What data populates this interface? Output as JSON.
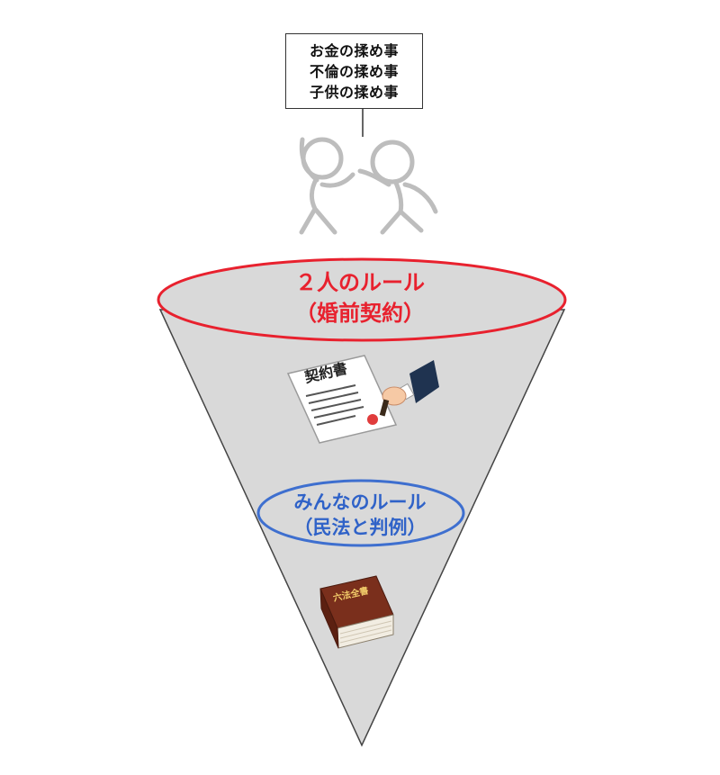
{
  "callout": {
    "lines": [
      "お金の揉め事",
      "不倫の揉め事",
      "子供の揉め事"
    ]
  },
  "couple_rule": {
    "title": "２人のルール",
    "subtitle": "（婚前契約）",
    "color": "#e8212e"
  },
  "public_rule": {
    "title": "みんなのルール",
    "subtitle": "（民法と判例）",
    "color": "#2f62c8"
  },
  "contract": {
    "heading": "契約書"
  },
  "law_book": {
    "title": "六法全書",
    "cover_color": "#7a2f1c"
  },
  "icons": [
    "fighting-people-icon",
    "contract-document-icon",
    "stamping-hand-icon",
    "law-book-icon"
  ],
  "colors": {
    "funnel_fill": "#d9d9d9",
    "funnel_stroke": "#444444"
  }
}
